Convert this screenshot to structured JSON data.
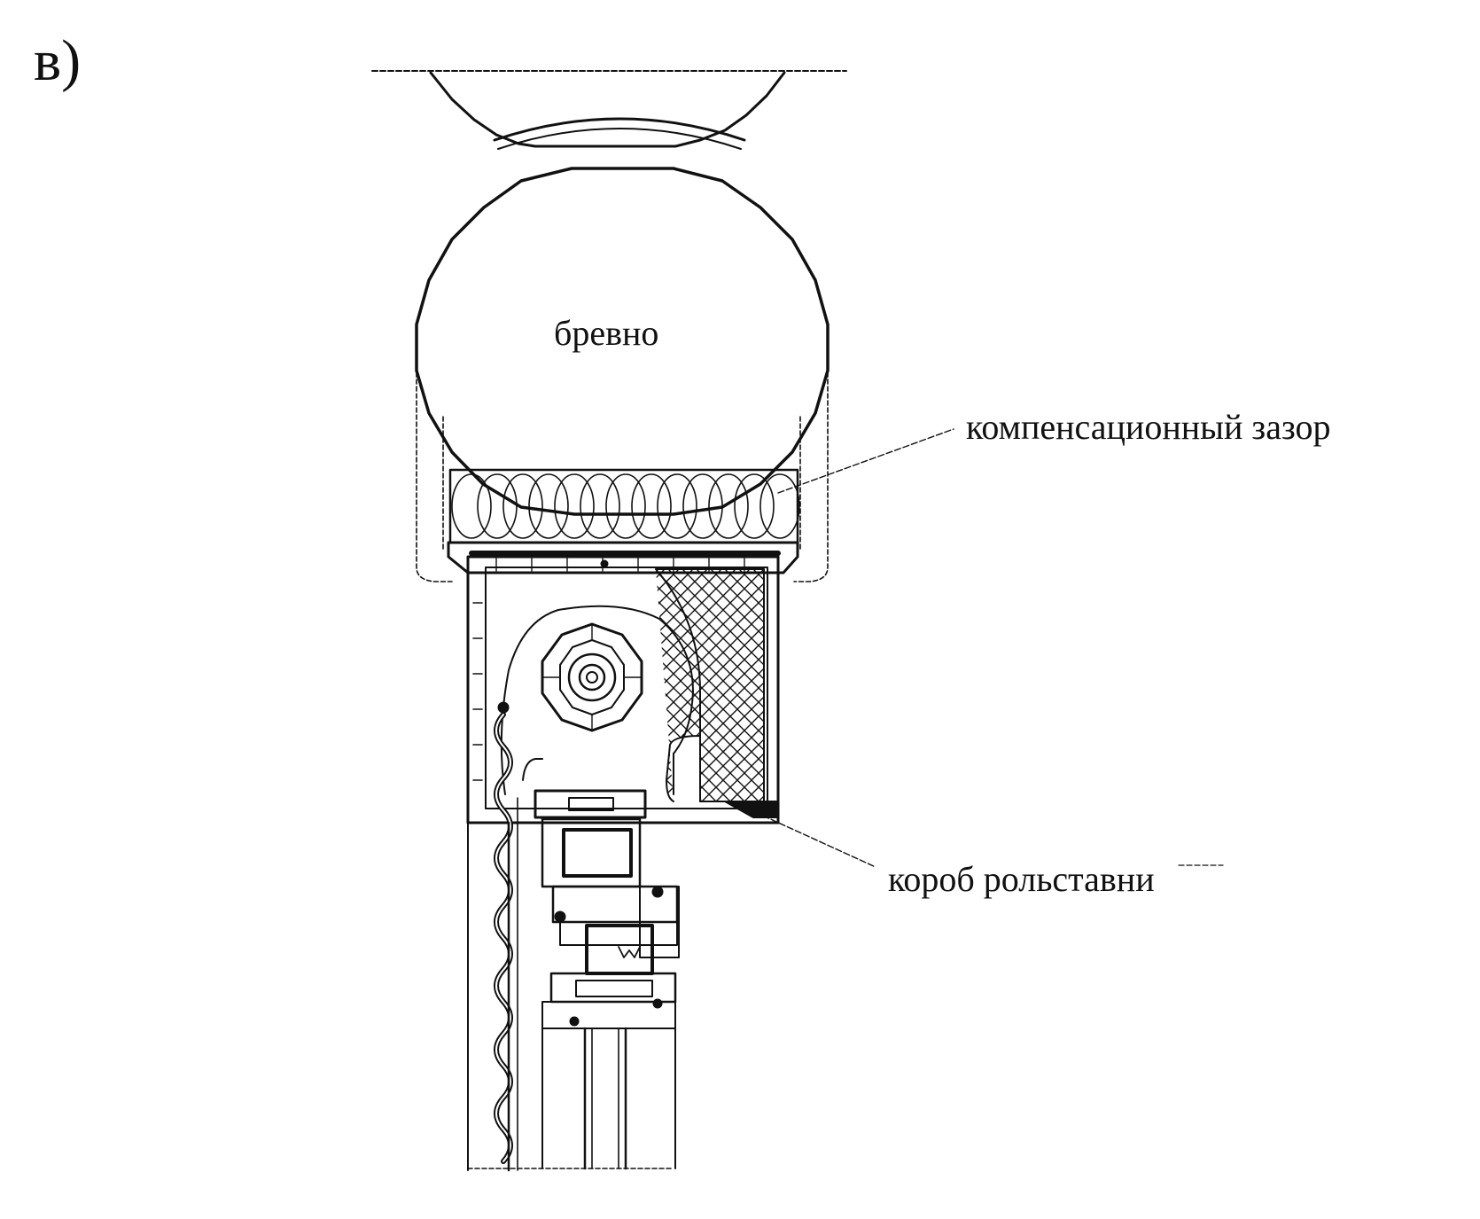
{
  "figure": {
    "panel_letter": "в)",
    "labels": {
      "log": "бревно",
      "compensation_gap": "компенсационный зазор",
      "shutter_box": "короб рольставни"
    }
  },
  "colors": {
    "ink": "#111111",
    "background": "#ffffff"
  }
}
